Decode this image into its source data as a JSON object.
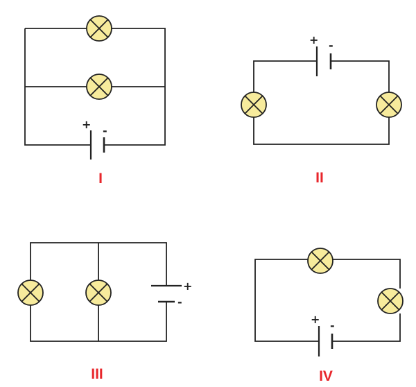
{
  "colors": {
    "lamp_fill": "#f7eb9c",
    "wire": "#222222",
    "label": "#e8262b"
  },
  "symbols": {
    "plus": "+",
    "minus": "-",
    "lamp_icon": "lamp-icon",
    "battery_icon": "battery-icon"
  },
  "circuits": [
    {
      "label": "I"
    },
    {
      "label": "II"
    },
    {
      "label": "III"
    },
    {
      "label": "IV"
    }
  ]
}
